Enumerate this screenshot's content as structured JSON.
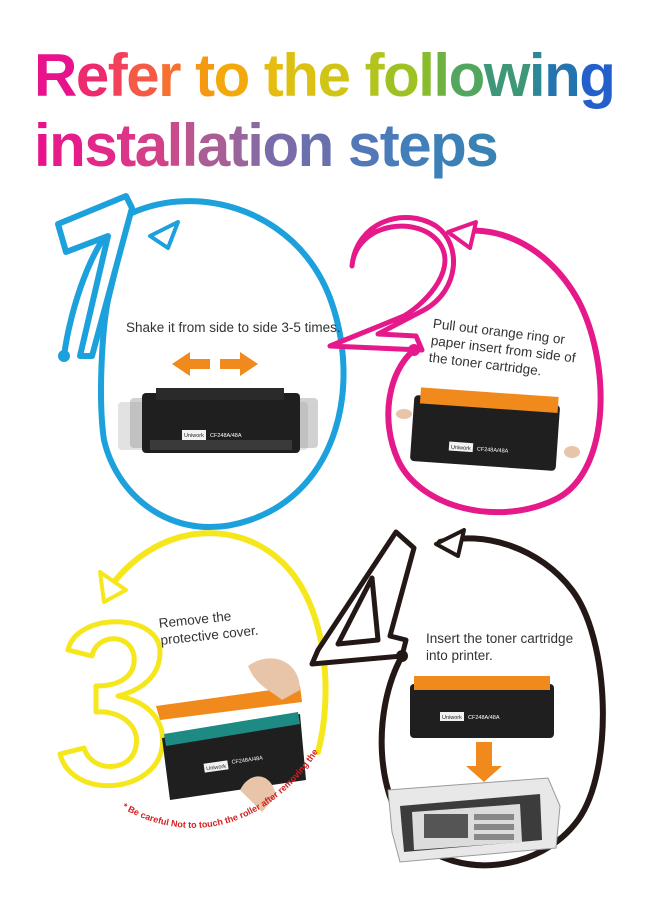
{
  "title": {
    "line1": [
      "R",
      "e",
      "f",
      "e",
      "r",
      " ",
      "t",
      "o",
      " ",
      "t",
      "h",
      "e",
      " ",
      "f",
      "o",
      "l",
      "l",
      "o",
      "w",
      "i",
      "n",
      "g"
    ],
    "line2": [
      "i",
      "n",
      "s",
      "t",
      "a",
      "l",
      "l",
      "a",
      "t",
      "i",
      "o",
      "n",
      " ",
      "s",
      "t",
      "e",
      "p",
      "s"
    ],
    "line1_colors": [
      "#e8128c",
      "#ee2a6e",
      "#f2415a",
      "#f55a46",
      "#f77030",
      "#f78a1a",
      "#f59a10",
      "#f3a80c",
      "#eeb40c",
      "#e6bc0e",
      "#dcc012",
      "#d0c416",
      "#c2c41a",
      "#b2c41e",
      "#9ec222",
      "#88bc2c",
      "#6eb242",
      "#52a65e",
      "#3e9878",
      "#2c8894",
      "#2474b0",
      "#2460cc"
    ],
    "line2_colors": [
      "#e8128c",
      "#e61c8a",
      "#e22888",
      "#dc3488",
      "#d44088",
      "#c84c8c",
      "#ba5690",
      "#aa5e96",
      "#9a649c",
      "#8a68a2",
      "#7a6ca8",
      "#6a70ae",
      "#5c74b4",
      "#5278b8",
      "#4a7cba",
      "#427eba",
      "#3c80b8",
      "#3882b4"
    ]
  },
  "steps": [
    {
      "number": "1",
      "text": "Shake it from side to side 3-5 times.",
      "color": "#1da1dc"
    },
    {
      "number": "2",
      "text": "Pull out orange ring or paper insert from side of the toner cartridge.",
      "color": "#e6198a"
    },
    {
      "number": "3",
      "text": "Remove the protective cover.",
      "color": "#f5e71c"
    },
    {
      "number": "4",
      "text": "Insert the toner cartridge into  printer.",
      "color": "#231815"
    }
  ],
  "caution": "* Be careful Not to touch the roller after removing the cover.",
  "cartridge": {
    "brand": "Uniwork",
    "model": "CF248A/48A"
  },
  "colors": {
    "orange": "#f08a1c",
    "cartridge": "#1f1f1f",
    "caution": "#d42020"
  }
}
